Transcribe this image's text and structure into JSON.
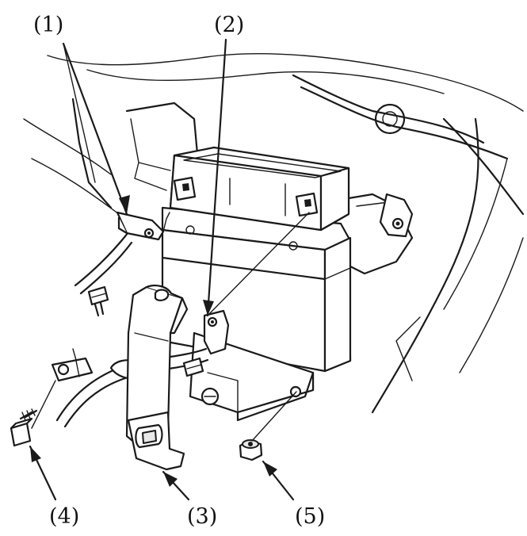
{
  "figure": {
    "callouts": [
      {
        "id": "c1",
        "label": "(1)"
      },
      {
        "id": "c2",
        "label": "(2)"
      },
      {
        "id": "c3",
        "label": "(3)"
      },
      {
        "id": "c4",
        "label": "(4)"
      },
      {
        "id": "c5",
        "label": "(5)"
      }
    ]
  }
}
